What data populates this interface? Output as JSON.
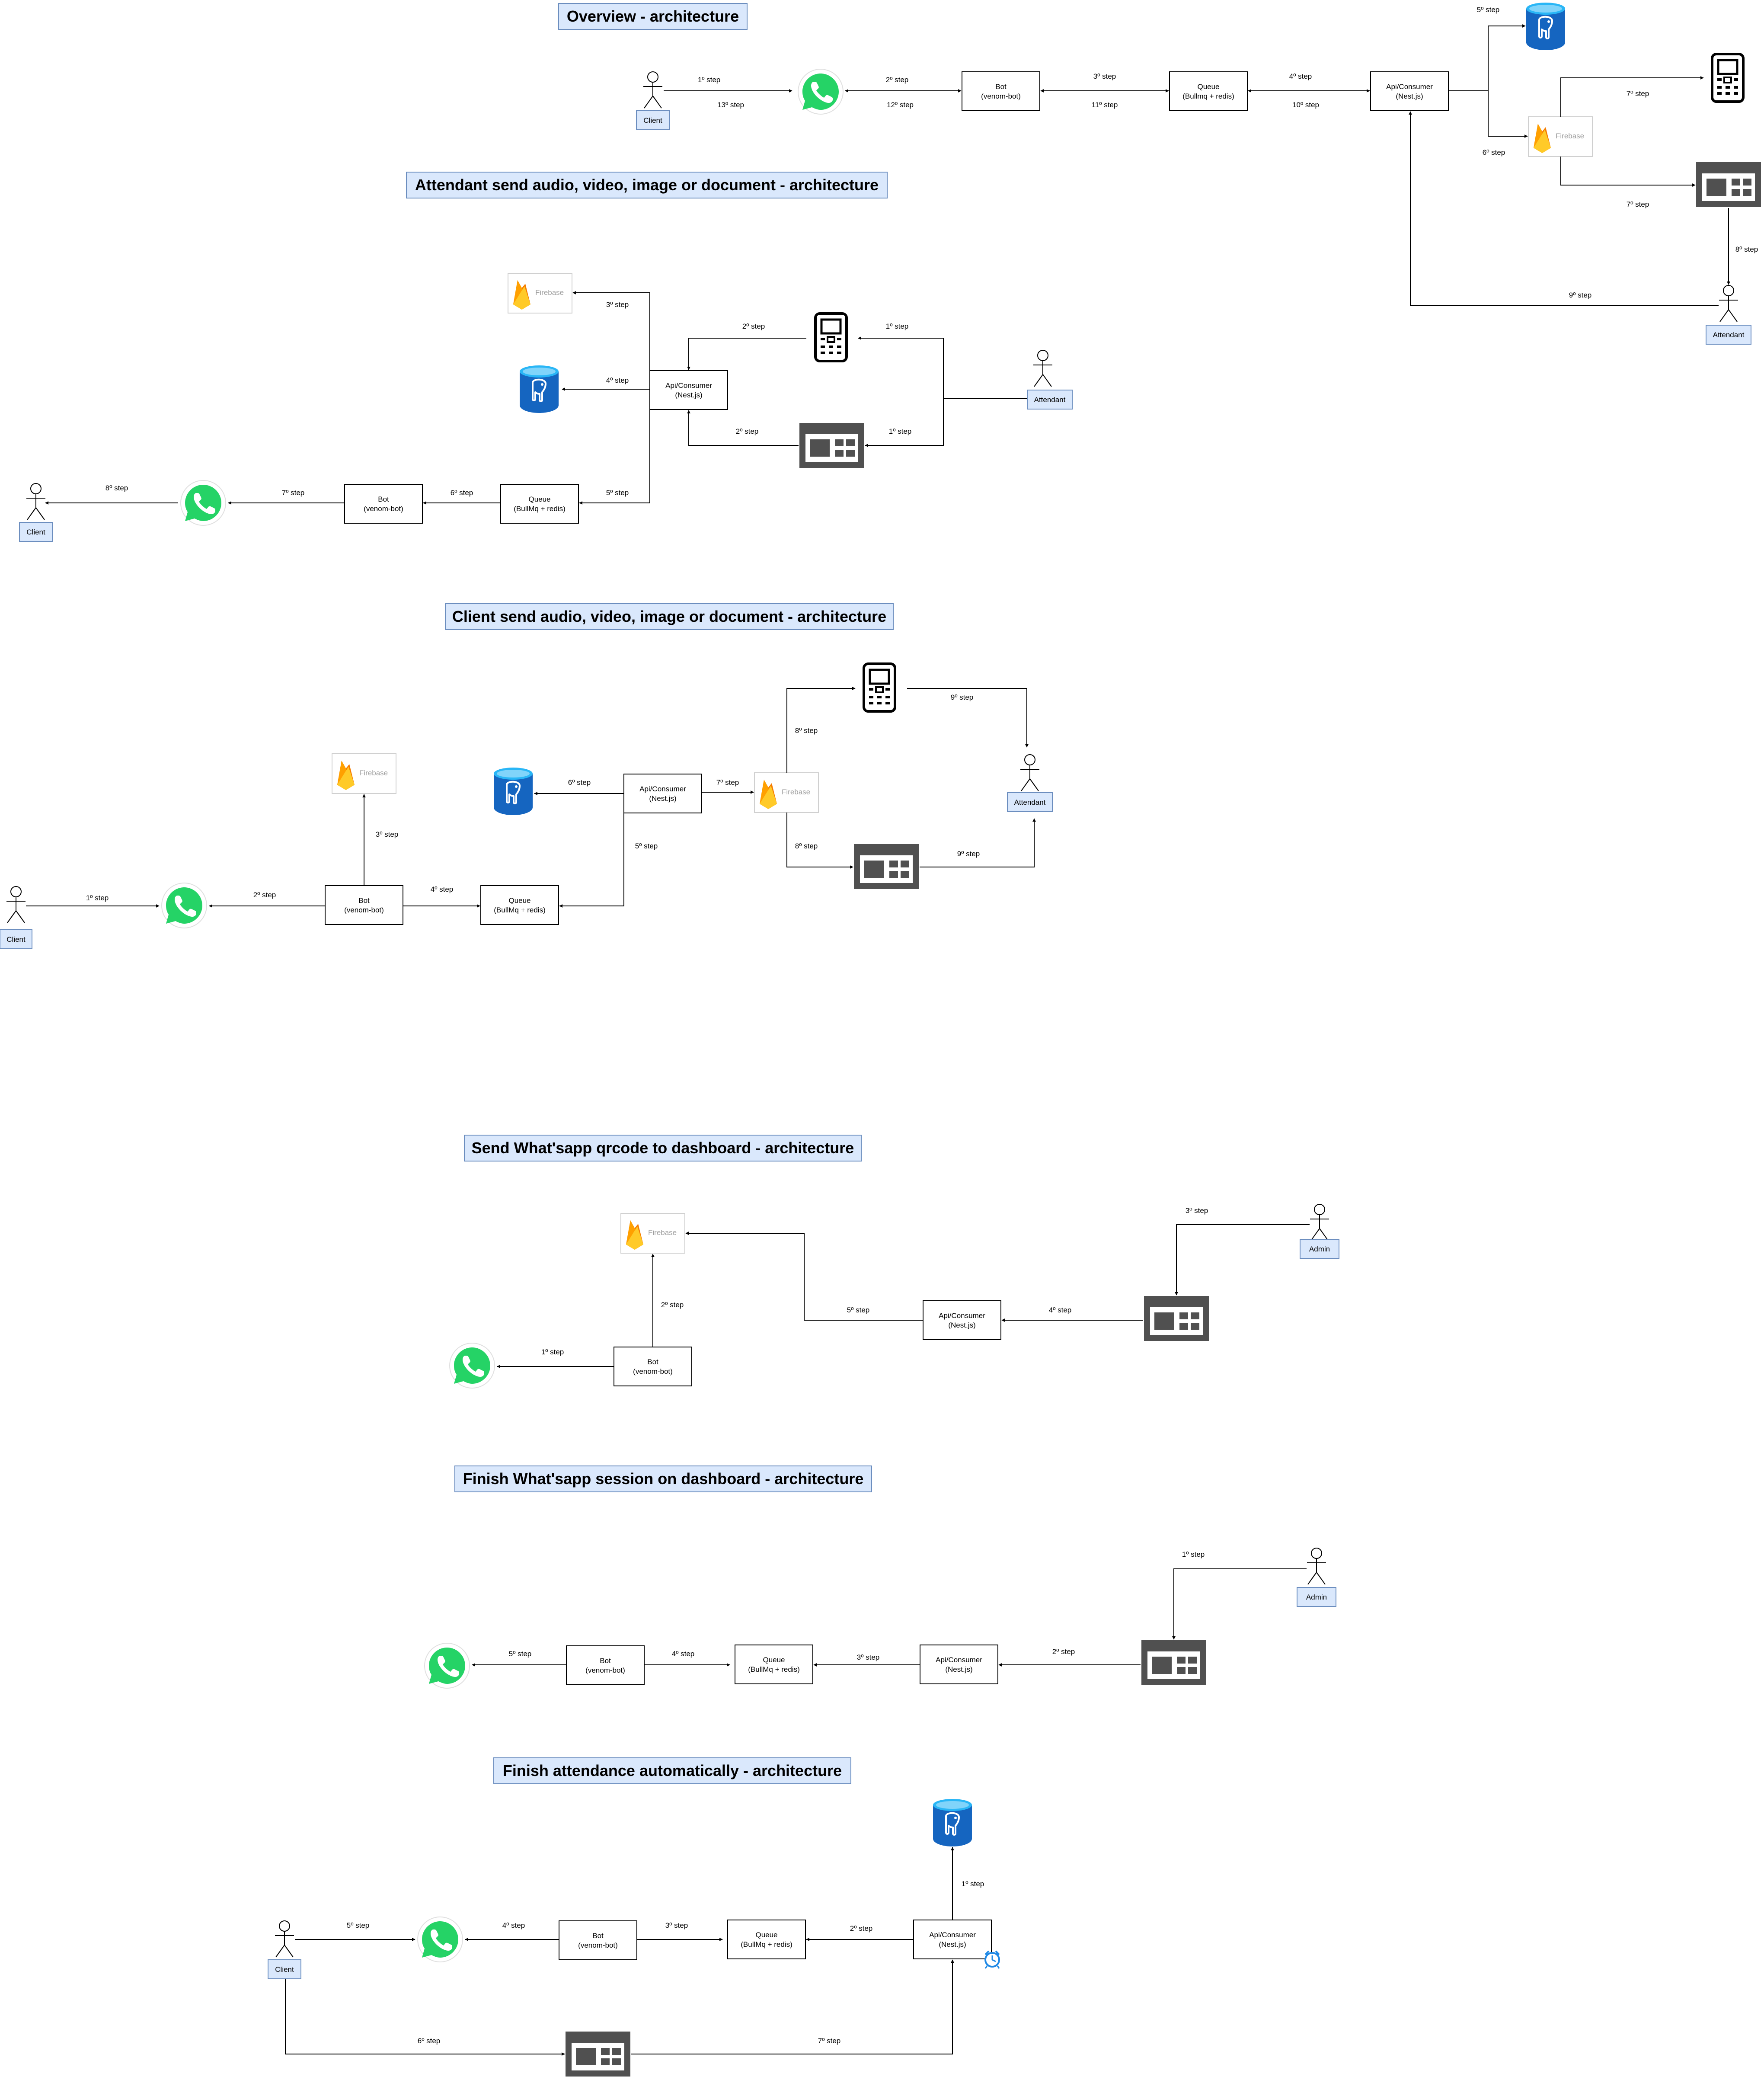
{
  "colors": {
    "title_fill": "#dae8fc",
    "title_stroke": "#6c8ebf",
    "line": "#000000",
    "whatsapp": "#25d366",
    "dashboard": "#505050",
    "postgres": "#1565c0",
    "firebase_orange": "#f57c00",
    "firebase_yellow": "#ffca28",
    "alarm": "#1e88e5"
  },
  "sections": {
    "overview": {
      "title": "Overview - architecture",
      "client": "Client",
      "attendant": "Attendant",
      "bot": [
        "Bot",
        "(venom-bot)"
      ],
      "queue": [
        "Queue",
        "(Bullmq + redis)"
      ],
      "api": [
        "Api/Consumer",
        "(Nest.js)"
      ],
      "firebase": "Firebase",
      "steps": [
        "1º step",
        "13º step",
        "2º step",
        "12º step",
        "3º step",
        "11º step",
        "4º step",
        "10º step",
        "5º step",
        "6º step",
        "7º step",
        "7º step",
        "8º step",
        "9º step"
      ]
    },
    "attendant_send": {
      "title": "Attendant send audio, video, image or document - architecture",
      "client": "Client",
      "attendant": "Attendant",
      "bot": [
        "Bot",
        "(venom-bot)"
      ],
      "queue": [
        "Queue",
        "(BullMq + redis)"
      ],
      "api": [
        "Api/Consumer",
        "(Nest.js)"
      ],
      "firebase": "Firebase",
      "steps": [
        "3º step",
        "2º step",
        "1º step",
        "4º step",
        "2º step",
        "1º step",
        "5º step",
        "6º step",
        "7º step",
        "8º step"
      ]
    },
    "client_send": {
      "title": "Client send audio, video, image or document - architecture",
      "client": "Client",
      "attendant": "Attendant",
      "bot": [
        "Bot",
        "(venom-bot)"
      ],
      "queue": [
        "Queue",
        "(BullMq + redis)"
      ],
      "api": [
        "Api/Consumer",
        "(Nest.js)"
      ],
      "firebase_a": "Firebase",
      "firebase_b": "Firebase",
      "steps": [
        "1º step",
        "2º step",
        "3º step",
        "4º step",
        "5º step",
        "6º step",
        "7º step",
        "8º step",
        "8º step",
        "9º step",
        "9º step"
      ]
    },
    "qrcode": {
      "title": "Send What'sapp qrcode to dashboard - architecture",
      "admin": "Admin",
      "bot": [
        "Bot",
        "(venom-bot)"
      ],
      "api": [
        "Api/Consumer",
        "(Nest.js)"
      ],
      "firebase": "Firebase",
      "steps": [
        "1º step",
        "2º step",
        "3º step",
        "4º step",
        "5º step"
      ]
    },
    "finish_session": {
      "title": "Finish What'sapp session on dashboard - architecture",
      "admin": "Admin",
      "bot": [
        "Bot",
        "(venom-bot)"
      ],
      "queue": [
        "Queue",
        "(BullMq + redis)"
      ],
      "api": [
        "Api/Consumer",
        "(Nest.js)"
      ],
      "steps": [
        "1º step",
        "2º step",
        "3º step",
        "4º step",
        "5º step"
      ]
    },
    "finish_auto": {
      "title": "Finish attendance automatically - architecture",
      "client": "Client",
      "bot": [
        "Bot",
        "(venom-bot)"
      ],
      "queue": [
        "Queue",
        "(BullMq + redis)"
      ],
      "api": [
        "Api/Consumer",
        "(Nest.js)"
      ],
      "steps": [
        "1º step",
        "2º step",
        "3º step",
        "4º step",
        "5º step",
        "6º step",
        "7º step"
      ]
    }
  }
}
